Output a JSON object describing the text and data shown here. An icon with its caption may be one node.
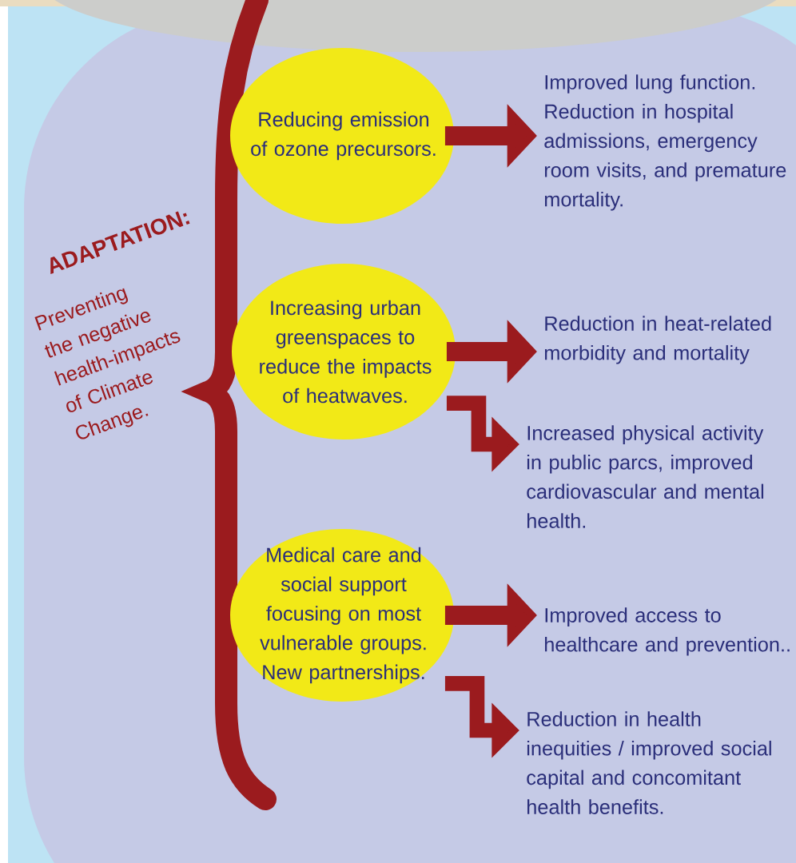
{
  "diagram": {
    "nodes": [
      {
        "text": [
          "Reducing emission of ozone precursors."
        ]
      },
      {
        "text": [
          "Increasing urban greenspaces to reduce the impacts of heatwaves."
        ]
      },
      {
        "text": [
          "Medical care and social support focusing on most vulnerable groups. New partnerships."
        ]
      },
      {
        "text": [
          "Improved lung function. Reduction in hospital admissions, emergency room visits, and premature mortality."
        ]
      },
      {
        "text": [
          "Reduction in heat-related morbidity and mortality"
        ]
      },
      {
        "text": [
          "Increased physical activity in public parcs, improved cardiovascular and mental health."
        ]
      },
      {
        "text": [
          "Improved access to healthcare and prevention.."
        ]
      },
      {
        "text": [
          "Reduction in health inequities / improved social capital and concomitant health benefits."
        ]
      }
    ],
    "edges": [
      {
        "from": 0,
        "to": 3,
        "arrow": "to"
      },
      {
        "from": 1,
        "to": 4,
        "arrow": "to"
      },
      {
        "from": 1,
        "to": 5,
        "arrow": "to"
      },
      {
        "from": 2,
        "to": 6,
        "arrow": "to"
      },
      {
        "from": 2,
        "to": 7,
        "arrow": "to"
      }
    ],
    "labels": [
      "ADAPTATION:",
      "Preventing the negative health-impacts of Climate Change."
    ]
  }
}
